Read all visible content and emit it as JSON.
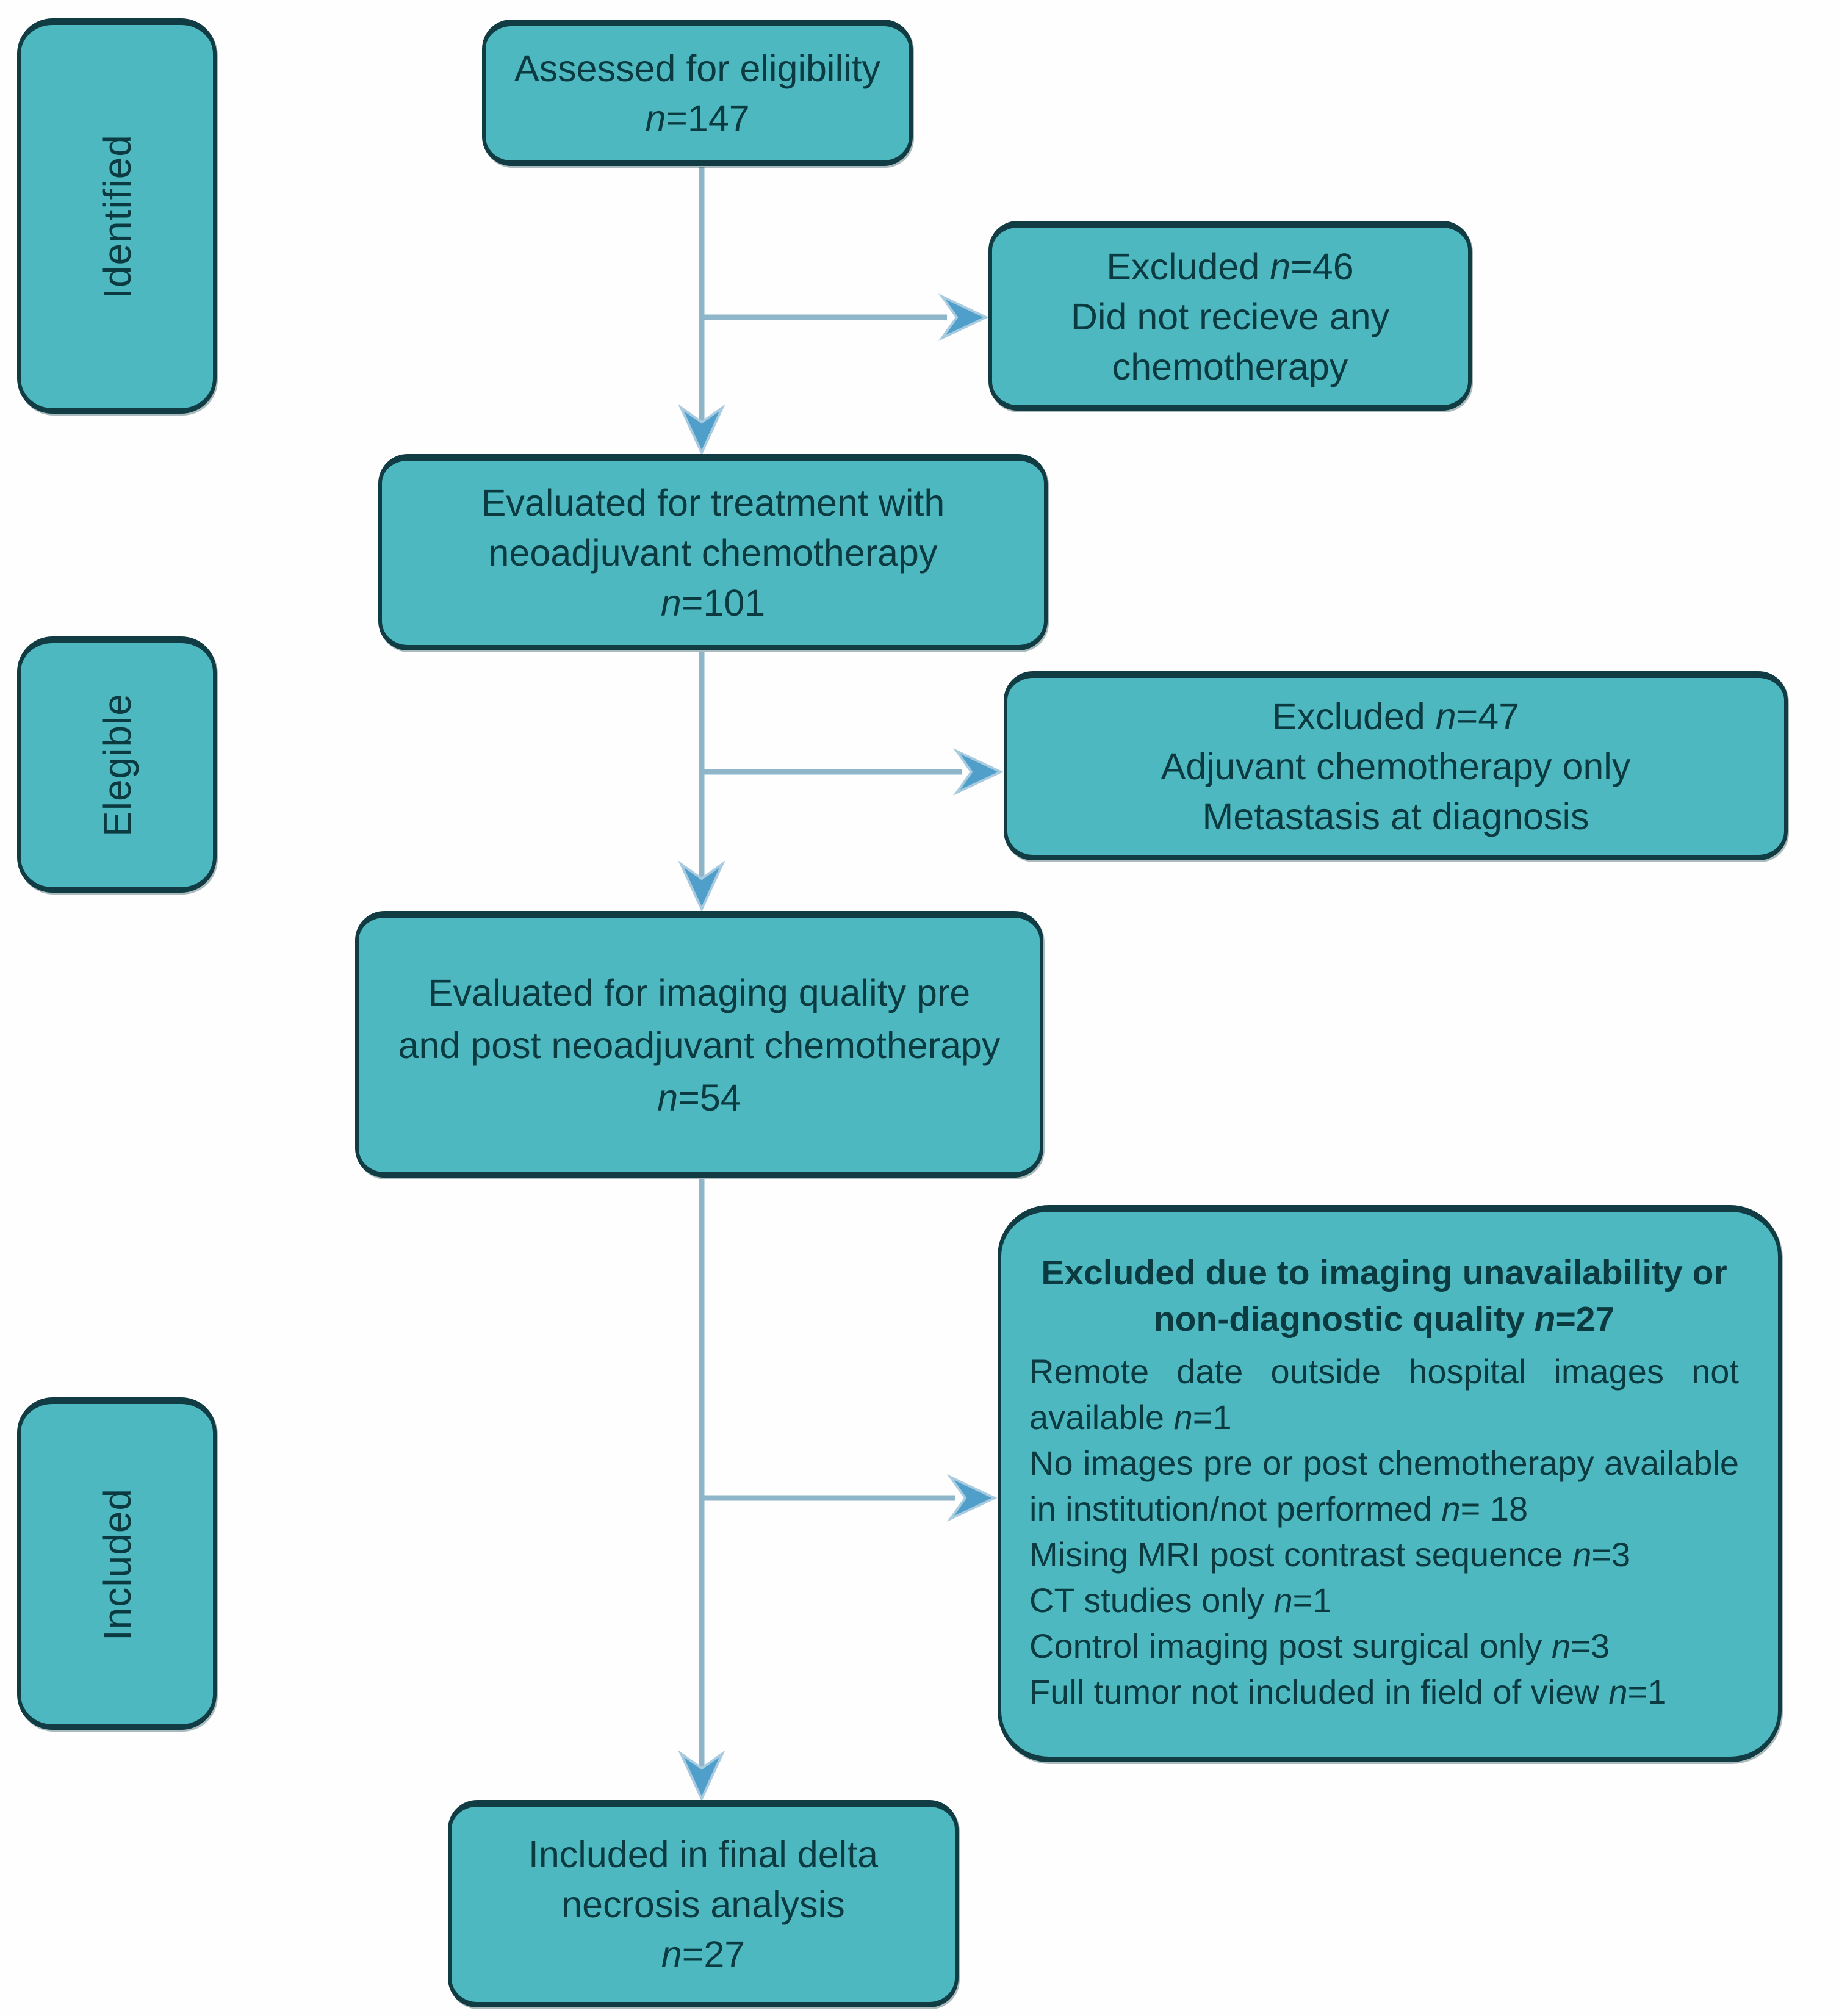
{
  "colors": {
    "box_fill": "#4DB8C0",
    "box_border": "#123C44",
    "text_dark": "#0C3A41",
    "arrow_line": "#8FB6C8",
    "arrow_head": "#4F9FCA",
    "bg": "#FEFEFE"
  },
  "stages": [
    {
      "label": "Identified"
    },
    {
      "label": "Elegible"
    },
    {
      "label": "Included"
    }
  ],
  "boxes": {
    "assessed": {
      "lines": [
        "Assessed for eligibility",
        "n=147"
      ]
    },
    "excluded_1": {
      "lines": [
        "Excluded n=46",
        "Did not recieve any",
        "chemotherapy"
      ]
    },
    "evaluated_treatment": {
      "lines": [
        "Evaluated for treatment with",
        "neoadjuvant chemotherapy",
        "n=101"
      ]
    },
    "excluded_2": {
      "lines": [
        "Excluded n=47",
        "Adjuvant chemotherapy only",
        "Metastasis at diagnosis"
      ]
    },
    "evaluated_imaging": {
      "lines": [
        "Evaluated for imaging quality pre",
        "and post neoadjuvant chemotherapy",
        "n=54"
      ]
    },
    "excluded_3": {
      "heading_lines": [
        "Excluded due to imaging unavailability or",
        "non-diagnostic quality n=27"
      ],
      "reasons": [
        "Remote date outside hospital images not available n=1",
        "No images pre or post chemotherapy available in institution/not performed n= 18",
        "Mising MRI post contrast sequence n=3",
        "CT studies only n=1",
        "Control imaging post surgical only n=3",
        "Full tumor not included in field of view n=1"
      ]
    },
    "included_final": {
      "lines": [
        "Included in final delta",
        "necrosis analysis",
        "n=27"
      ]
    }
  }
}
